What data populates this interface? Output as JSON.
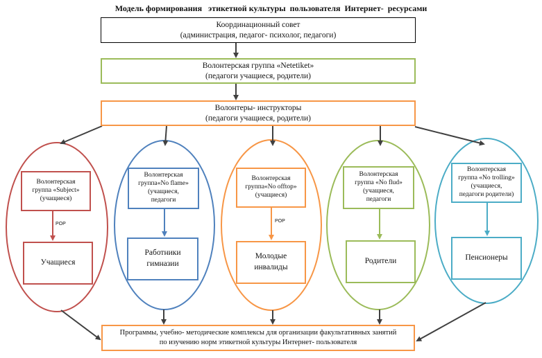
{
  "title": "Модель формирования   этикетной культуры  пользователя  Интернет-  ресурсами",
  "top_boxes": [
    {
      "line1": "Координационный совет",
      "line2": "(администрация, педагог- психолог, педагоги)"
    },
    {
      "line1": "Волонтерская группа «Netetiket»",
      "line2": "(педагоги учащиеся, родители)"
    },
    {
      "line1": "Волонтеры- инструкторы",
      "line2": "(педагоги учащиеся, родители)"
    }
  ],
  "groups": [
    {
      "color": "#c0504d",
      "lines": [
        "Волонтерская",
        "группа «Subject»",
        "(учащиеся)"
      ],
      "pop": "POP",
      "target": [
        "Учащиеся"
      ]
    },
    {
      "color": "#4f81bd",
      "lines": [
        "Волонтерская",
        "группа«No flame»",
        "(учащиеся,",
        "педагоги"
      ],
      "pop": "",
      "target": [
        "Работники",
        "гимназии"
      ]
    },
    {
      "color": "#f79646",
      "lines": [
        "Волонтерская",
        "группа«No offtop»",
        "(учащиеся)"
      ],
      "pop": "POP",
      "target": [
        "Молодые",
        "инвалиды"
      ]
    },
    {
      "color": "#9bbb59",
      "lines": [
        "Волонтерская",
        "группа «No flud»",
        "(учащиеся,",
        "педагоги"
      ],
      "pop": "",
      "target": [
        "Родители"
      ]
    },
    {
      "color": "#4bacc6",
      "lines": [
        "Волонтерская",
        "группа «No trolling»",
        "(учащиеся,",
        "педагоги родители)"
      ],
      "pop": "",
      "target": [
        "Пенсионеры"
      ]
    }
  ],
  "bottom_box": {
    "line1": "Программы, учебно- методические комплексы для организации факультативных занятий",
    "line2": "по изучению норм этикетной культуры Интернет- пользователя"
  },
  "colors": {
    "arrow": "#404040",
    "coordination_border": "#000000",
    "netetiket_border": "#9bbb59",
    "instructors_border": "#f79646",
    "bottom_border": "#f79646"
  }
}
